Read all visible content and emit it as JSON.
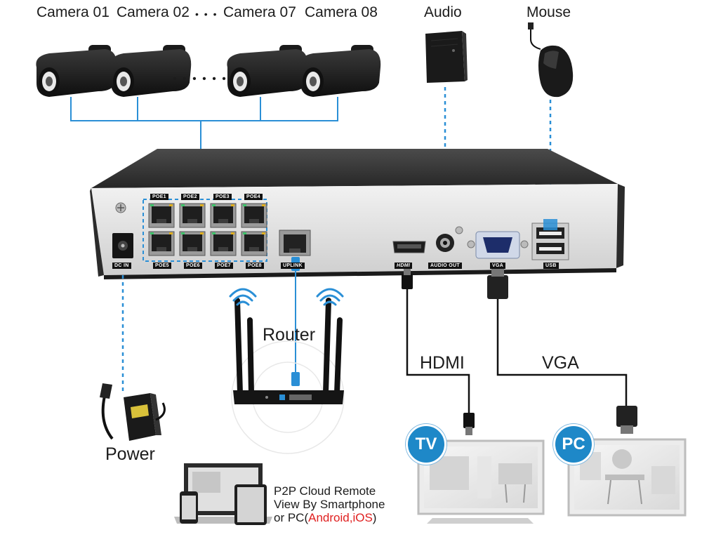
{
  "cameras": {
    "labels": [
      "Camera 01",
      "Camera 02",
      "Camera 07",
      "Camera 08"
    ],
    "ellipsis_top": "• • •",
    "ellipsis_mid": "• • • • • •"
  },
  "devices": {
    "audio": "Audio",
    "mouse": "Mouse",
    "router": "Router",
    "power": "Power",
    "hdmi": "HDMI",
    "vga": "VGA",
    "tv_badge": "TV",
    "pc_badge": "PC"
  },
  "nvr": {
    "poe_top": [
      "POE1",
      "POE2",
      "POE3",
      "POE4"
    ],
    "poe_bottom": [
      "POE5",
      "POE6",
      "POE7",
      "POE8"
    ],
    "dc_in": "DC IN",
    "uplink": "UPLINK",
    "hdmi_port": "HDMI",
    "audio_out": "AUDIO OUT",
    "vga_port": "VGA",
    "usb_port": "USB"
  },
  "p2p": {
    "line1": "P2P Cloud Remote",
    "line2": "View By Smartphone",
    "line3_prefix": "or PC(",
    "line3_highlight": "Android,iOS",
    "line3_suffix": ")"
  },
  "colors": {
    "link_blue": "#2a8fd6",
    "badge_blue": "#1e88c8",
    "highlight_red": "#e02020"
  }
}
